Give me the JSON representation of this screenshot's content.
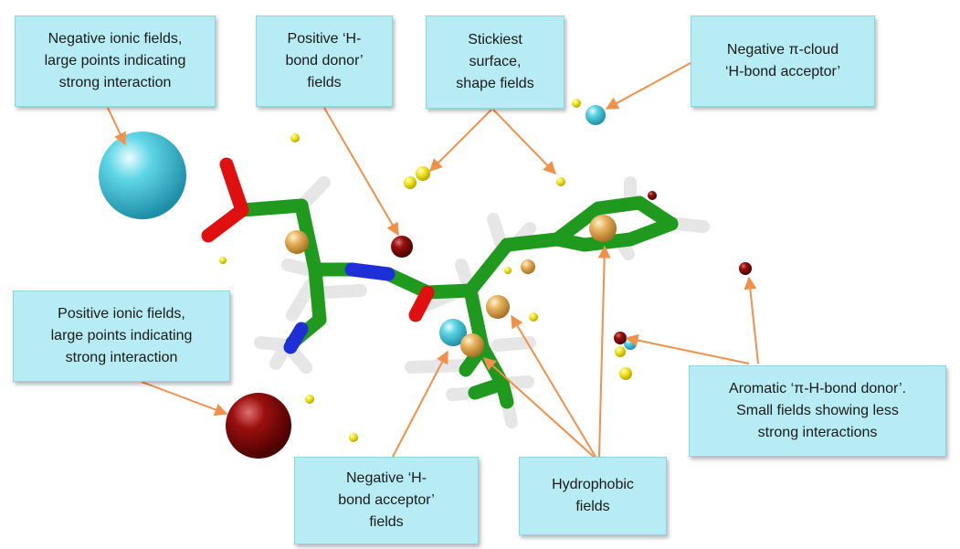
{
  "colors": {
    "callout_fill": "#b7ecf4",
    "arrow": "#f0904a",
    "carbon": "#1f9a1f",
    "oxygen": "#e01010",
    "nitrogen": "#1f2fd8",
    "hydrogen": "#e8e8e8",
    "field_negative_ionic": "#3fc6d8",
    "field_positive_ionic": "#8b0b0b",
    "field_hydrophobic": "#e6b060",
    "field_shape": "#f2ea1a"
  },
  "labels": {
    "neg_ionic": "Negative  ionic fields,\nlarge points indicating\nstrong interaction",
    "pos_hbd": "Positive ‘H-\nbond donor’\nfields",
    "sticky": "Stickiest\nsurface,\nshape fields",
    "neg_pi": "Negative π-cloud\n‘H-bond acceptor’",
    "pos_ionic": "Positive ionic fields,\nlarge points indicating\nstrong interaction",
    "arom": "Aromatic ‘π-H-bond  donor’.\nSmall fields showing less\nstrong interactions",
    "neg_hba": "Negative ‘H-\nbond acceptor’\nfields",
    "hydrophobic": "Hydrophobic\nfields"
  }
}
